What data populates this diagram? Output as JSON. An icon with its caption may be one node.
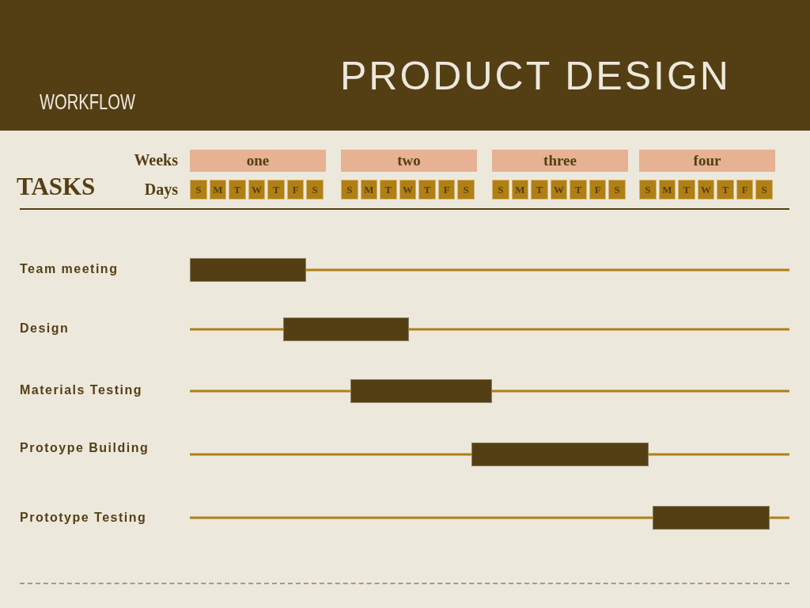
{
  "diagram": {
    "title": "PRODUCT DESIGN",
    "nodes": [
      {
        "text": [],
        "shape": "bar"
      },
      {
        "text": [],
        "shape": "bar"
      },
      {
        "text": [],
        "shape": "bar"
      },
      {
        "text": [],
        "shape": "bar"
      },
      {
        "text": [],
        "shape": "bar"
      }
    ],
    "labels": [
      "WORKFLOW",
      "Weeks",
      "one",
      "two",
      "three",
      "four",
      "TASKS",
      "Days",
      "S",
      "M",
      "T",
      "W",
      "T",
      "F",
      "S",
      "S",
      "M",
      "T",
      "W",
      "T",
      "F",
      "S",
      "S",
      "M",
      "T",
      "W",
      "T",
      "F",
      "S",
      "S",
      "M",
      "T",
      "W",
      "T",
      "F",
      "S",
      "Team meeting",
      "Design",
      "Materials Testing",
      "Protoype Building",
      "Prototype Testing"
    ]
  }
}
